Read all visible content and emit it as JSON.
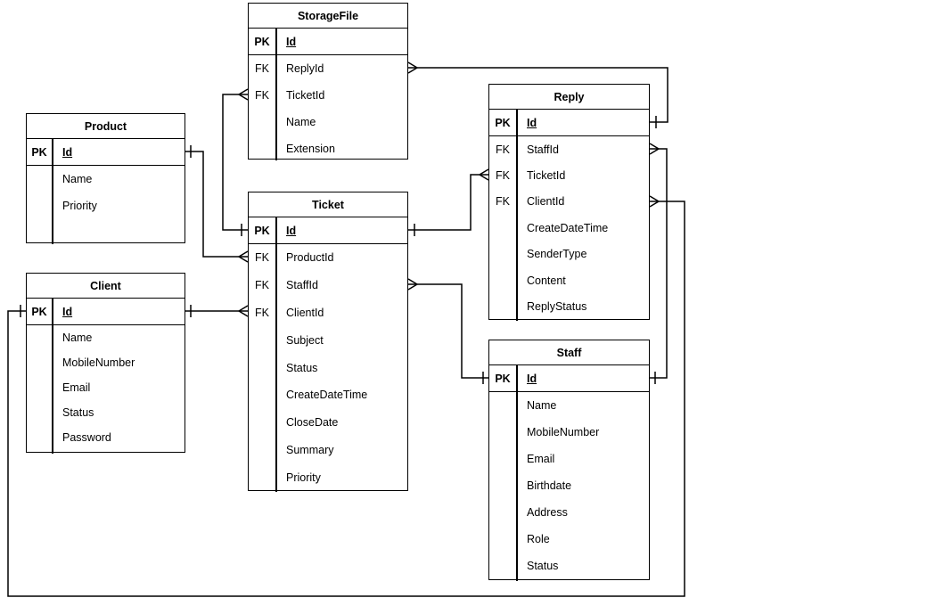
{
  "diagram": {
    "type": "entity-relationship",
    "background": "#ffffff",
    "stroke_color": "#000000",
    "notation": "crow-foot"
  },
  "entities": [
    {
      "name": "StorageFile",
      "columns": [
        {
          "key": "PK",
          "name": "Id",
          "is_pk": true
        },
        {
          "key": "FK",
          "name": "ReplyId"
        },
        {
          "key": "FK",
          "name": "TicketId"
        },
        {
          "key": "",
          "name": "Name"
        },
        {
          "key": "",
          "name": "Extension"
        }
      ]
    },
    {
      "name": "Product",
      "columns": [
        {
          "key": "PK",
          "name": "Id",
          "is_pk": true
        },
        {
          "key": "",
          "name": "Name"
        },
        {
          "key": "",
          "name": "Priority"
        }
      ]
    },
    {
      "name": "Client",
      "columns": [
        {
          "key": "PK",
          "name": "Id",
          "is_pk": true
        },
        {
          "key": "",
          "name": "Name"
        },
        {
          "key": "",
          "name": "MobileNumber"
        },
        {
          "key": "",
          "name": "Email"
        },
        {
          "key": "",
          "name": "Status"
        },
        {
          "key": "",
          "name": "Password"
        }
      ]
    },
    {
      "name": "Ticket",
      "columns": [
        {
          "key": "PK",
          "name": "Id",
          "is_pk": true
        },
        {
          "key": "FK",
          "name": "ProductId"
        },
        {
          "key": "FK",
          "name": "StaffId"
        },
        {
          "key": "FK",
          "name": "ClientId"
        },
        {
          "key": "",
          "name": "Subject"
        },
        {
          "key": "",
          "name": "Status"
        },
        {
          "key": "",
          "name": "CreateDateTime"
        },
        {
          "key": "",
          "name": "CloseDate"
        },
        {
          "key": "",
          "name": "Summary"
        },
        {
          "key": "",
          "name": "Priority"
        }
      ]
    },
    {
      "name": "Reply",
      "columns": [
        {
          "key": "PK",
          "name": "Id",
          "is_pk": true
        },
        {
          "key": "FK",
          "name": "StaffId"
        },
        {
          "key": "FK",
          "name": "TicketId"
        },
        {
          "key": "FK",
          "name": "ClientId"
        },
        {
          "key": "",
          "name": "CreateDateTime"
        },
        {
          "key": "",
          "name": "SenderType"
        },
        {
          "key": "",
          "name": "Content"
        },
        {
          "key": "",
          "name": "ReplyStatus"
        }
      ]
    },
    {
      "name": "Staff",
      "columns": [
        {
          "key": "PK",
          "name": "Id",
          "is_pk": true
        },
        {
          "key": "",
          "name": "Name"
        },
        {
          "key": "",
          "name": "MobileNumber"
        },
        {
          "key": "",
          "name": "Email"
        },
        {
          "key": "",
          "name": "Birthdate"
        },
        {
          "key": "",
          "name": "Address"
        },
        {
          "key": "",
          "name": "Role"
        },
        {
          "key": "",
          "name": "Status"
        }
      ]
    }
  ],
  "relationships": [
    {
      "one": "Ticket.Id",
      "many": "StorageFile.TicketId"
    },
    {
      "one": "Reply.Id",
      "many": "StorageFile.ReplyId"
    },
    {
      "one": "Product.Id",
      "many": "Ticket.ProductId"
    },
    {
      "one": "Client.Id",
      "many": "Ticket.ClientId"
    },
    {
      "one": "Ticket.Id",
      "many": "Reply.TicketId"
    },
    {
      "one": "Staff.Id",
      "many": "Ticket.StaffId"
    },
    {
      "one": "Staff.Id",
      "many": "Reply.StaffId"
    },
    {
      "one": "Client.Id",
      "many": "Reply.ClientId"
    }
  ]
}
